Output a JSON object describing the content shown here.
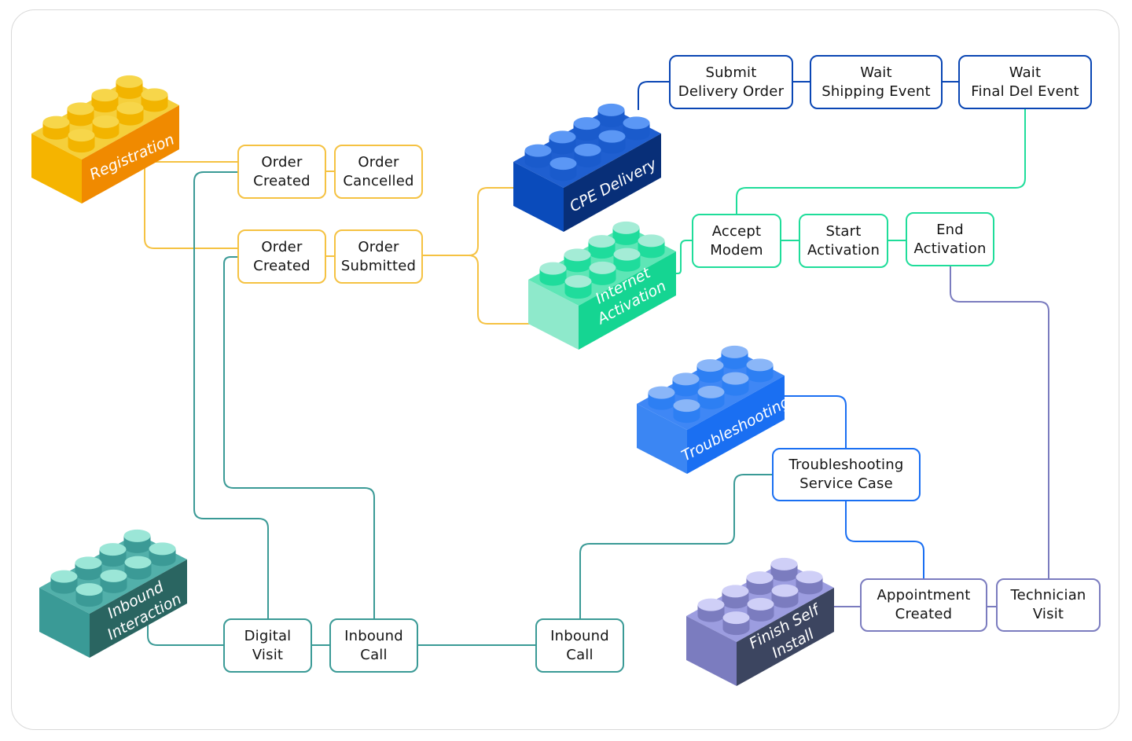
{
  "colors": {
    "registration": "#f5c242",
    "cpe_delivery": "#0a46b4",
    "internet_activation": "#1fdd9a",
    "troubleshooting": "#1a6ff2",
    "inbound_interaction": "#3a9a96",
    "finish_self_install": "#7b7cbf",
    "frame_border": "#d9d9d9"
  },
  "bricks": [
    {
      "id": "registration",
      "label": "Registration",
      "color_top": "#f5cf3b",
      "color_left": "#f5b400",
      "color_right": "#f08a00",
      "stud_top": "#f7d64a",
      "stud_side": "#f2b400"
    },
    {
      "id": "cpe_delivery",
      "label": "CPE Delivery",
      "color_top": "#1f5fd0",
      "color_left": "#0a4bbb",
      "color_right": "#082f78",
      "stud_top": "#5b97f5",
      "stud_side": "#1a5bcc"
    },
    {
      "id": "internet_activation",
      "label": "Internet\nActivation",
      "color_top": "#5ee6b6",
      "color_left": "#8ee9cb",
      "color_right": "#15d592",
      "stud_top": "#a4ecd6",
      "stud_side": "#1fdc9c"
    },
    {
      "id": "troubleshooting",
      "label": "Troubleshooting",
      "color_top": "#3f87f5",
      "color_left": "#3b86f3",
      "color_right": "#1a6ff2",
      "stud_top": "#8ab6f8",
      "stud_side": "#2d7ff3"
    },
    {
      "id": "inbound_interaction",
      "label": "Inbound\nInteraction",
      "color_top": "#52b0aa",
      "color_left": "#3a9a96",
      "color_right": "#2a6561",
      "stud_top": "#9be6d7",
      "stud_side": "#3b9a96"
    },
    {
      "id": "finish_self_install",
      "label": "Finish Self\nInstall",
      "color_top": "#9c9de0",
      "color_left": "#7b7cbf",
      "color_right": "#3c4560",
      "stud_top": "#cfcff7",
      "stud_side": "#7b7cbf"
    }
  ],
  "nodes": [
    {
      "id": "order_created_1",
      "label": "Order\nCreated",
      "group": "registration"
    },
    {
      "id": "order_cancelled",
      "label": "Order\nCancelled",
      "group": "registration"
    },
    {
      "id": "order_created_2",
      "label": "Order\nCreated",
      "group": "registration"
    },
    {
      "id": "order_submitted",
      "label": "Order\nSubmitted",
      "group": "registration"
    },
    {
      "id": "submit_delivery_order",
      "label": "Submit\nDelivery Order",
      "group": "cpe_delivery"
    },
    {
      "id": "wait_shipping_event",
      "label": "Wait\nShipping Event",
      "group": "cpe_delivery"
    },
    {
      "id": "wait_final_del_event",
      "label": "Wait\nFinal Del Event",
      "group": "cpe_delivery"
    },
    {
      "id": "accept_modem",
      "label": "Accept\nModem",
      "group": "internet_activation"
    },
    {
      "id": "start_activation",
      "label": "Start\nActivation",
      "group": "internet_activation"
    },
    {
      "id": "end_activation",
      "label": "End\nActivation",
      "group": "internet_activation"
    },
    {
      "id": "troubleshooting_service_case",
      "label": "Troubleshooting\nService Case",
      "group": "troubleshooting"
    },
    {
      "id": "digital_visit",
      "label": "Digital\nVisit",
      "group": "inbound_interaction"
    },
    {
      "id": "inbound_call_1",
      "label": "Inbound\nCall",
      "group": "inbound_interaction"
    },
    {
      "id": "inbound_call_2",
      "label": "Inbound\nCall",
      "group": "inbound_interaction"
    },
    {
      "id": "appointment_created",
      "label": "Appointment\nCreated",
      "group": "finish_self_install"
    },
    {
      "id": "technician_visit",
      "label": "Technician\nVisit",
      "group": "finish_self_install"
    }
  ],
  "connections": [
    {
      "from": "registration",
      "to": "order_created_1",
      "group": "registration"
    },
    {
      "from": "registration",
      "to": "order_created_2",
      "group": "registration"
    },
    {
      "from": "order_created_1",
      "to": "order_cancelled",
      "group": "registration"
    },
    {
      "from": "order_created_2",
      "to": "order_submitted",
      "group": "registration"
    },
    {
      "from": "order_submitted",
      "to": "cpe_delivery",
      "group": "registration"
    },
    {
      "from": "order_submitted",
      "to": "internet_activation",
      "group": "registration"
    },
    {
      "from": "cpe_delivery",
      "to": "submit_delivery_order",
      "group": "cpe_delivery"
    },
    {
      "from": "submit_delivery_order",
      "to": "wait_shipping_event",
      "group": "cpe_delivery"
    },
    {
      "from": "wait_shipping_event",
      "to": "wait_final_del_event",
      "group": "cpe_delivery"
    },
    {
      "from": "wait_final_del_event",
      "to": "accept_modem",
      "group": "internet_activation"
    },
    {
      "from": "internet_activation",
      "to": "accept_modem",
      "group": "internet_activation"
    },
    {
      "from": "accept_modem",
      "to": "start_activation",
      "group": "internet_activation"
    },
    {
      "from": "start_activation",
      "to": "end_activation",
      "group": "internet_activation"
    },
    {
      "from": "end_activation",
      "to": "technician_visit",
      "group": "finish_self_install"
    },
    {
      "from": "troubleshooting",
      "to": "troubleshooting_service_case",
      "group": "troubleshooting"
    },
    {
      "from": "troubleshooting_service_case",
      "to": "appointment_created",
      "group": "troubleshooting"
    },
    {
      "from": "troubleshooting_service_case",
      "to": "inbound_call_2",
      "group": "inbound_interaction"
    },
    {
      "from": "inbound_interaction",
      "to": "digital_visit",
      "group": "inbound_interaction"
    },
    {
      "from": "digital_visit",
      "to": "inbound_call_1",
      "group": "inbound_interaction"
    },
    {
      "from": "inbound_call_1",
      "to": "inbound_call_2",
      "group": "inbound_interaction"
    },
    {
      "from": "digital_visit",
      "to": "order_created_1",
      "group": "inbound_interaction"
    },
    {
      "from": "inbound_call_1",
      "to": "order_created_2",
      "group": "inbound_interaction"
    },
    {
      "from": "finish_self_install",
      "to": "appointment_created",
      "group": "finish_self_install"
    },
    {
      "from": "appointment_created",
      "to": "technician_visit",
      "group": "finish_self_install"
    }
  ]
}
